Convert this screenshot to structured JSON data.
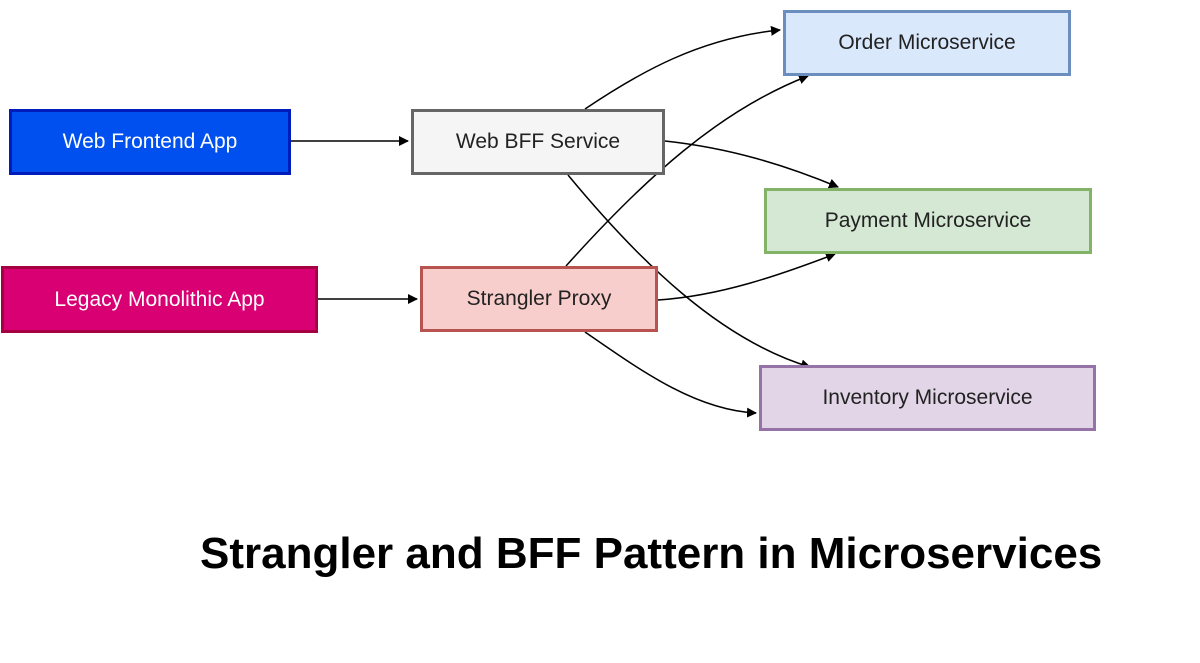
{
  "diagram": {
    "title": "Strangler and BFF Pattern in Microservices",
    "nodes": {
      "web_frontend": {
        "label": "Web Frontend App",
        "fill": "#0050ef",
        "stroke": "#001dbc",
        "text_color": "#ffffff"
      },
      "web_bff": {
        "label": "Web BFF Service",
        "fill": "#f5f5f5",
        "stroke": "#666666",
        "text_color": "#222222"
      },
      "legacy": {
        "label": "Legacy Monolithic App",
        "fill": "#d80073",
        "stroke": "#a50040",
        "text_color": "#ffffff"
      },
      "strangler": {
        "label": "Strangler Proxy",
        "fill": "#f8cecc",
        "stroke": "#b85450",
        "text_color": "#222222"
      },
      "order": {
        "label": "Order Microservice",
        "fill": "#dae8fc",
        "stroke": "#6c8ebf",
        "text_color": "#222222"
      },
      "payment": {
        "label": "Payment Microservice",
        "fill": "#d5e8d4",
        "stroke": "#82b366",
        "text_color": "#222222"
      },
      "inventory": {
        "label": "Inventory Microservice",
        "fill": "#e1d5e7",
        "stroke": "#9673a6",
        "text_color": "#222222"
      }
    },
    "edges": [
      {
        "from": "web_frontend",
        "to": "web_bff"
      },
      {
        "from": "legacy",
        "to": "strangler"
      },
      {
        "from": "web_bff",
        "to": "order"
      },
      {
        "from": "web_bff",
        "to": "payment"
      },
      {
        "from": "web_bff",
        "to": "inventory"
      },
      {
        "from": "strangler",
        "to": "order"
      },
      {
        "from": "strangler",
        "to": "payment"
      },
      {
        "from": "strangler",
        "to": "inventory"
      }
    ],
    "edge_color": "#000000"
  }
}
